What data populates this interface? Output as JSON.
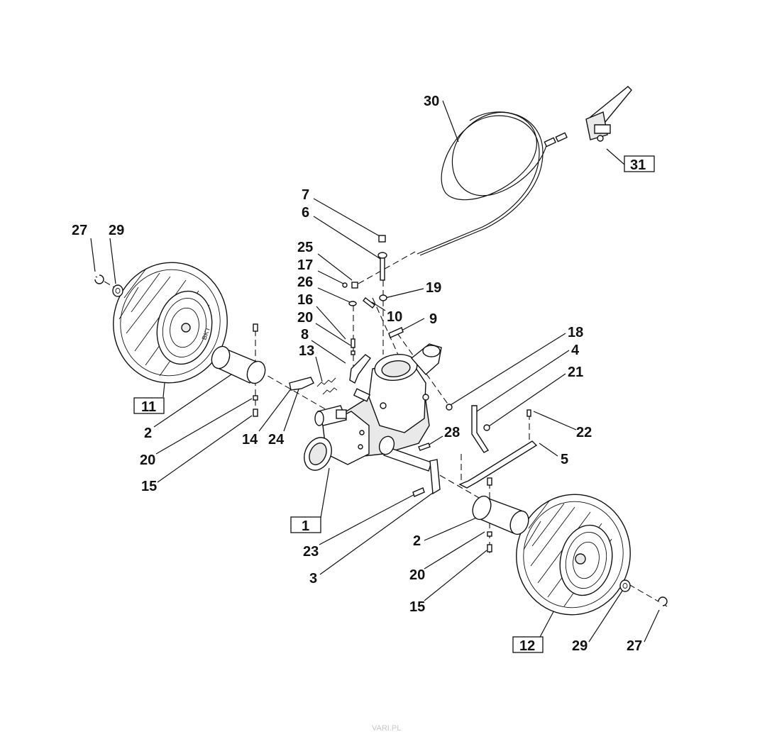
{
  "callouts": [
    "1",
    "2",
    "3",
    "4",
    "5",
    "6",
    "7",
    "8",
    "9",
    "10",
    "11",
    "12",
    "13",
    "14",
    "15",
    "16",
    "17",
    "18",
    "19",
    "20",
    "21",
    "22",
    "23",
    "24",
    "25",
    "26",
    "27",
    "28",
    "29",
    "30",
    "31"
  ],
  "boxed_callouts": [
    "1",
    "11",
    "12",
    "31"
  ],
  "labels": {
    "n30": "30",
    "n31": "31",
    "n7": "7",
    "n6": "6",
    "n27a": "27",
    "n29a": "29",
    "n25": "25",
    "n17": "17",
    "n26": "26",
    "n19": "19",
    "n10": "10",
    "n16": "16",
    "n9": "9",
    "n20a": "20",
    "n8": "8",
    "n18": "18",
    "n13": "13",
    "n4": "4",
    "n21": "21",
    "n11": "11",
    "n2a": "2",
    "n14": "14",
    "n24": "24",
    "n28": "28",
    "n22": "22",
    "n20b": "20",
    "n5": "5",
    "n15a": "15",
    "n1": "1",
    "n23": "23",
    "n2b": "2",
    "n3": "3",
    "n20c": "20",
    "n15b": "15",
    "n12": "12",
    "n29b": "29",
    "n27b": "27"
  },
  "watermark": "VARI.PL"
}
